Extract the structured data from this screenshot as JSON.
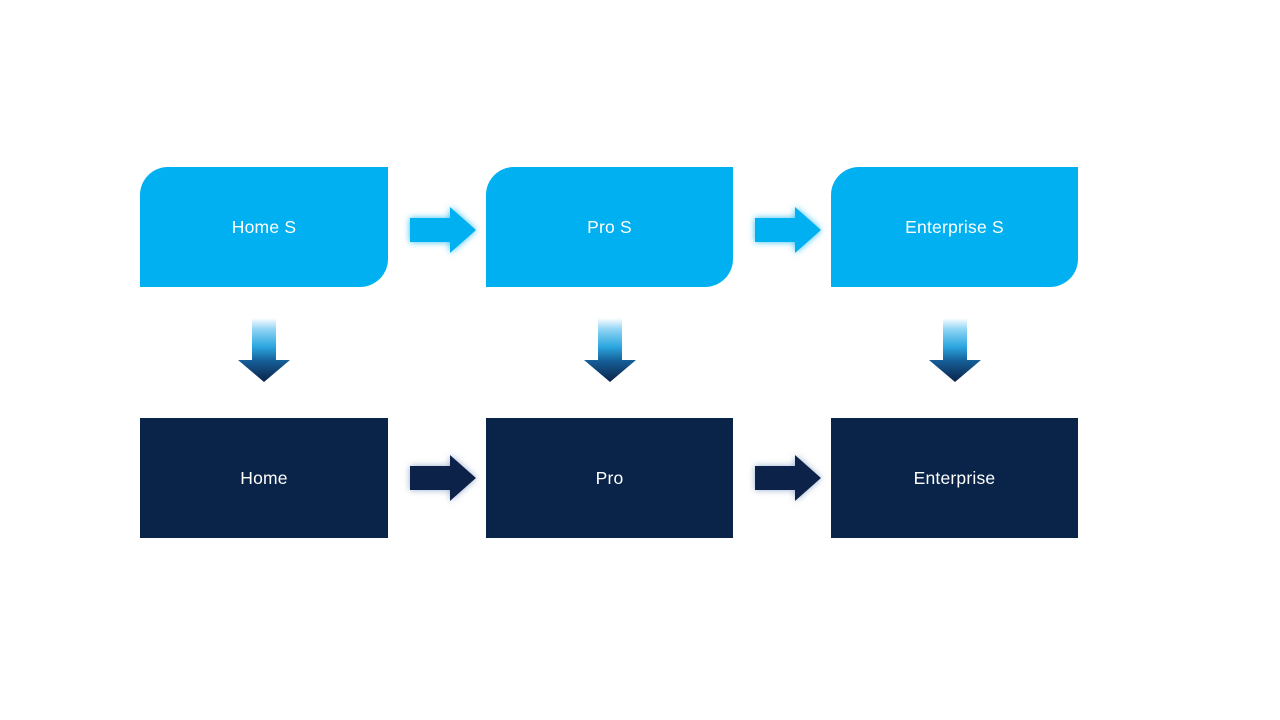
{
  "diagram": {
    "background": "#ffffff",
    "colors": {
      "background": "#ffffff",
      "primary_fill": "#00B0F0",
      "secondary_fill": "#0A2348",
      "text": "#ffffff",
      "glow_blue": "#00B0F0",
      "glow_navy": "#93A9CC",
      "gradient_top": "#FFFFFF",
      "gradient_light": "#8ED4F4",
      "gradient_mid": "#2BA6DF",
      "gradient_deep": "#155C95",
      "gradient_bottom": "#0A2348"
    },
    "top_row": [
      {
        "id": "home-s",
        "label": "Home S"
      },
      {
        "id": "pro-s",
        "label": "Pro S"
      },
      {
        "id": "enterprise-s",
        "label": "Enterprise S"
      }
    ],
    "bottom_row": [
      {
        "id": "home",
        "label": "Home"
      },
      {
        "id": "pro",
        "label": "Pro"
      },
      {
        "id": "enterprise",
        "label": "Enterprise"
      }
    ],
    "connectors": [
      {
        "from": "home-s",
        "to": "pro-s",
        "direction": "right",
        "style": "blue-glow"
      },
      {
        "from": "pro-s",
        "to": "enterprise-s",
        "direction": "right",
        "style": "blue-glow"
      },
      {
        "from": "home",
        "to": "pro",
        "direction": "right",
        "style": "navy-glow"
      },
      {
        "from": "pro",
        "to": "enterprise",
        "direction": "right",
        "style": "navy-glow"
      },
      {
        "from": "home-s",
        "to": "home",
        "direction": "down",
        "style": "gradient"
      },
      {
        "from": "pro-s",
        "to": "pro",
        "direction": "down",
        "style": "gradient"
      },
      {
        "from": "enterprise-s",
        "to": "enterprise",
        "direction": "down",
        "style": "gradient"
      }
    ]
  }
}
